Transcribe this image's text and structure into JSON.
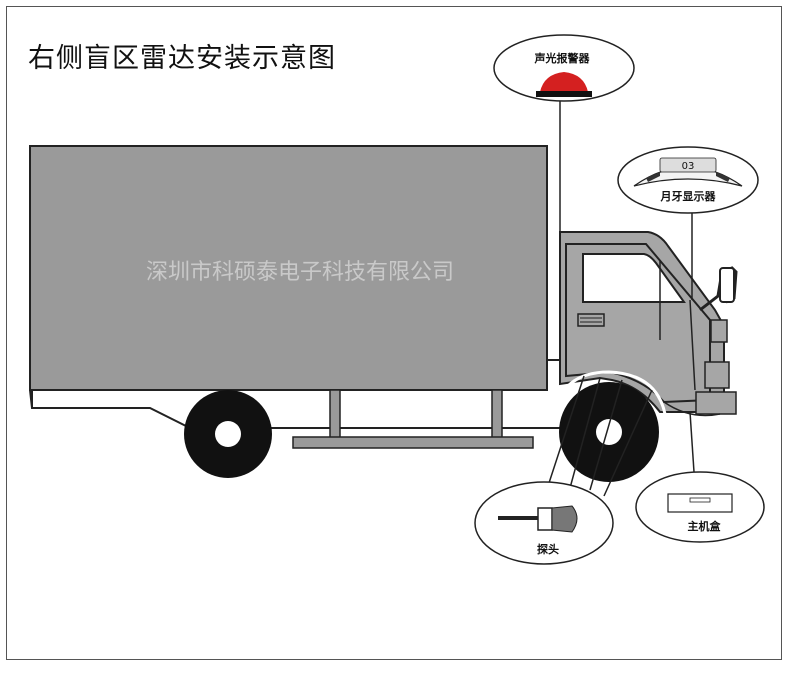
{
  "title": "右侧盲区雷达安装示意图",
  "watermark": "深圳市科硕泰电子科技有限公司",
  "callouts": {
    "alarm": "声光报警器",
    "display": "月牙显示器",
    "display_readout": "03",
    "probe": "探头",
    "host": "主机盒"
  },
  "colors": {
    "body_gray": "#9a9a9a",
    "cab_gray": "#a6a6a6",
    "tire": "#111111",
    "alarm_red": "#d42020"
  }
}
